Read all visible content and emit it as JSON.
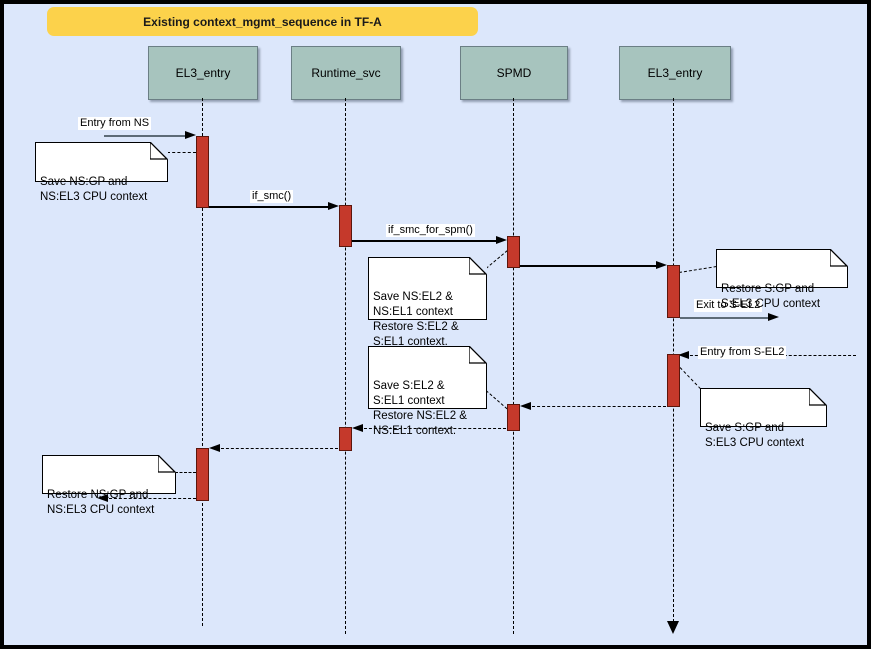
{
  "diagram": {
    "title": "Existing context_mgmt_sequence in TF-A"
  },
  "actors": [
    {
      "label": "EL3_entry"
    },
    {
      "label": "Runtime_svc"
    },
    {
      "label": "SPMD"
    },
    {
      "label": "EL3_entry"
    }
  ],
  "messages": {
    "entry_from_ns": "Entry from NS",
    "if_smc": "if_smc()",
    "if_smc_for_spm": "if_smc_for_spm()",
    "exit_to_s_el2": "Exit to S-EL2",
    "entry_from_s_el2": "Entry from S-EL2"
  },
  "notes": {
    "save_ns_gp": "Save NS:GP and\nNS:EL3 CPU context",
    "save_ns_el2": "Save NS:EL2 &\nNS:EL1 context\nRestore S:EL2 &\nS:EL1 context.",
    "restore_s_gp": "Restore S:GP and\nS:EL3 CPU context",
    "save_s_gp": "Save S:GP and\nS:EL3 CPU context",
    "save_s_el2": "Save S:EL2 &\nS:EL1 context\nRestore NS:EL2 &\nNS:EL1 context.",
    "restore_ns_gp": "Restore NS:GP and\nNS:EL3 CPU context"
  },
  "colors": {
    "page-bg": "#dce7fb",
    "banner-bg": "#fcd24b",
    "actor-fill": "#a7c4be",
    "actor-border": "#6b7f85",
    "activation-fill": "#c5392b",
    "activation-border": "#5c160c",
    "gray-line": "#5d6b77",
    "line": "#000000",
    "note-bg": "#ffffff"
  }
}
